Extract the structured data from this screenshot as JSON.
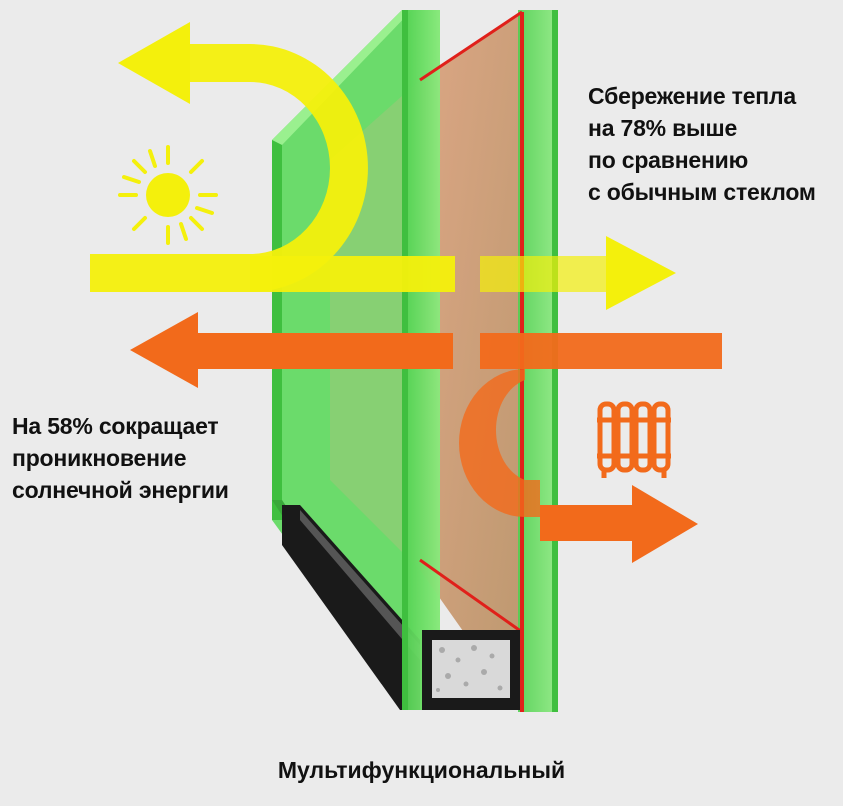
{
  "captions": {
    "heat_saving": [
      "Сбережение тепла",
      "на 78% выше",
      "по сравнению",
      "с обычным стеклом"
    ],
    "solar_reduction": [
      "На 58% сокращает",
      "проникновение",
      "солнечной энергии"
    ]
  },
  "footer": {
    "title": "Мультифункциональный"
  },
  "colors": {
    "background": "#ebebeb",
    "sun_arrow": "#f4f00c",
    "heat_arrow": "#f26a1b",
    "glass": "#5fdc5f",
    "coating": "#e0201a",
    "spacer": "#1a1a1a"
  },
  "icons": {
    "sun": "sun-icon",
    "radiator": "radiator-icon"
  }
}
